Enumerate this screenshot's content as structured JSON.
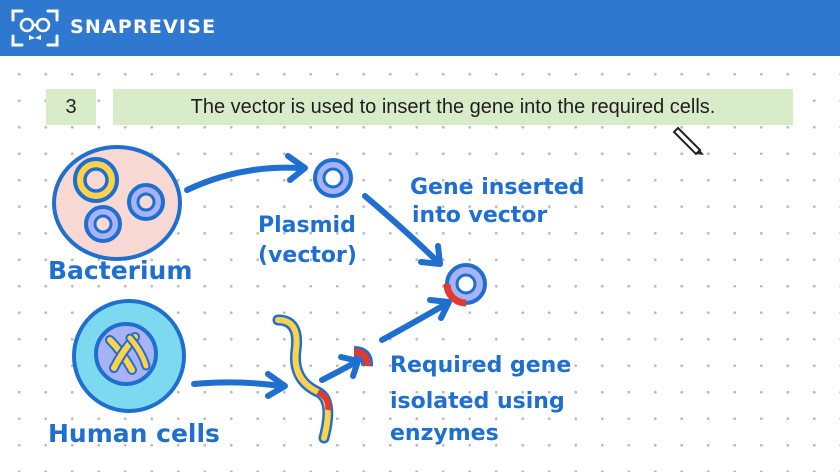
{
  "header": {
    "brand": "SNAPREVISE",
    "logo_icon": "glasses-face-icon",
    "color": "#2f78d0"
  },
  "step": {
    "number": "3",
    "text": "The vector is used to insert the gene into the required cells.",
    "highlight": "#d9ecc9"
  },
  "diagram": {
    "labels": {
      "bacterium": "Bacterium",
      "plasmid_line1": "Plasmid",
      "plasmid_line2": "(vector)",
      "inserted_line1": "Gene inserted",
      "inserted_line2": "into vector",
      "human": "Human cells",
      "gene_line1": "Required gene",
      "gene_line2": "isolated using",
      "gene_line3": "enzymes"
    },
    "colors": {
      "text": "#1f6fd0",
      "bacterium_fill": "#f7d8d2",
      "plasmid_fill": "#a7b3f5",
      "yellow_plasmid": "#ffd24a",
      "human_cell": "#7dd9ef",
      "nucleus": "#a7b3f5",
      "chromosome": "#ffd24a",
      "gene": "#e23a2f",
      "dna": "#ffd24a"
    }
  }
}
